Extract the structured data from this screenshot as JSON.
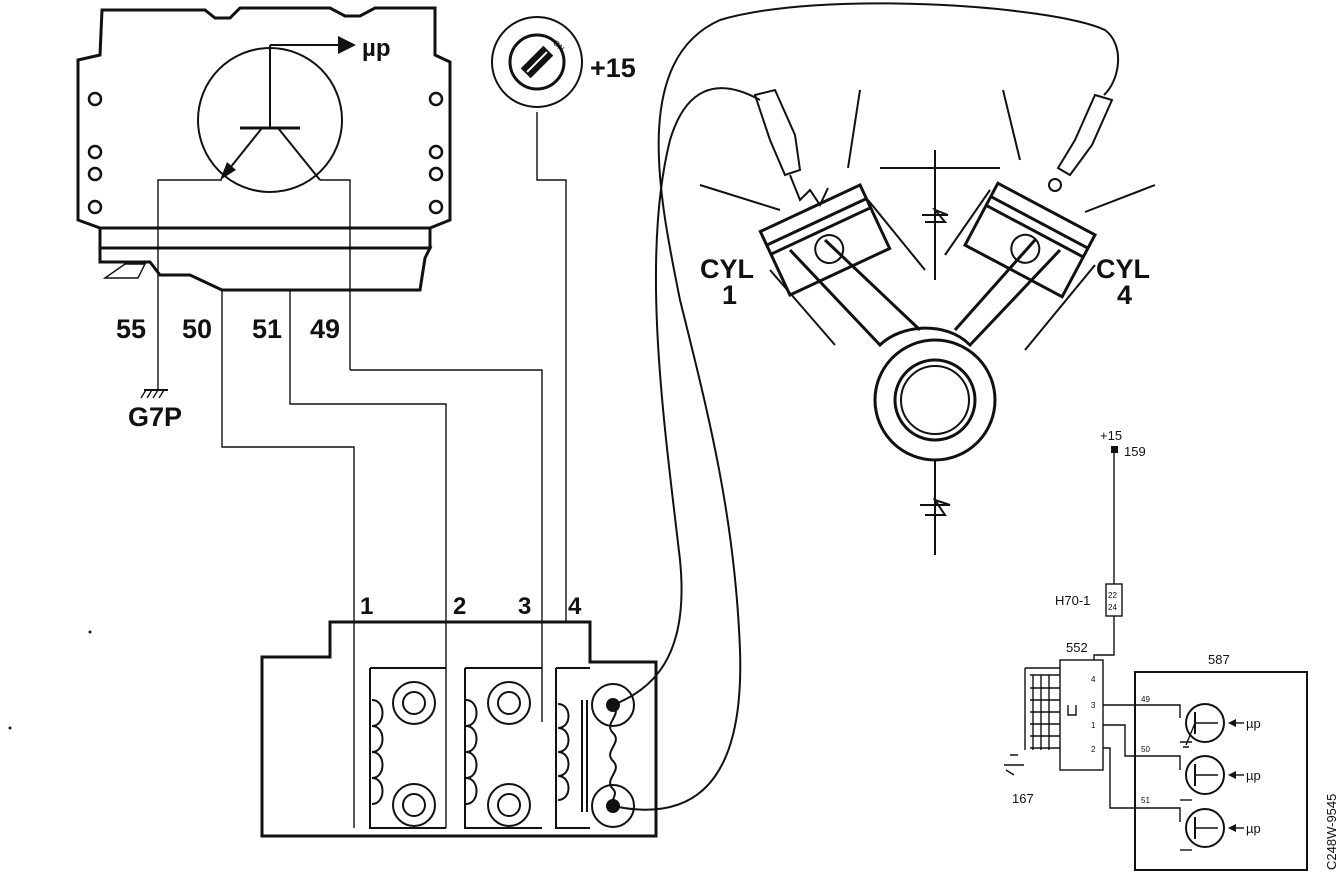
{
  "ecu": {
    "output_label": "µp",
    "pins": [
      "55",
      "50",
      "51",
      "49"
    ],
    "ground_label": "G7P"
  },
  "ignition": {
    "switch_on_label": "ON",
    "supply_label": "+15"
  },
  "coil_pack": {
    "terminals": [
      "1",
      "2",
      "3",
      "4"
    ]
  },
  "engine": {
    "cylinder_left": [
      "CYL",
      "1"
    ],
    "cylinder_right": [
      "CYL",
      "4"
    ]
  },
  "detail": {
    "supply_label": "+15",
    "supply_node": "159",
    "connector": "H70-1",
    "connector_pins": [
      "22",
      "24"
    ],
    "module_left": "552",
    "module_left_pins": [
      "4",
      "3",
      "1",
      "2"
    ],
    "module_right": "587",
    "module_right_pins": [
      "49",
      "50",
      "51"
    ],
    "module_right_outputs": [
      "µp",
      "µp",
      "µp"
    ],
    "ground_ref": "167"
  },
  "figure_code": "C248W-9545"
}
